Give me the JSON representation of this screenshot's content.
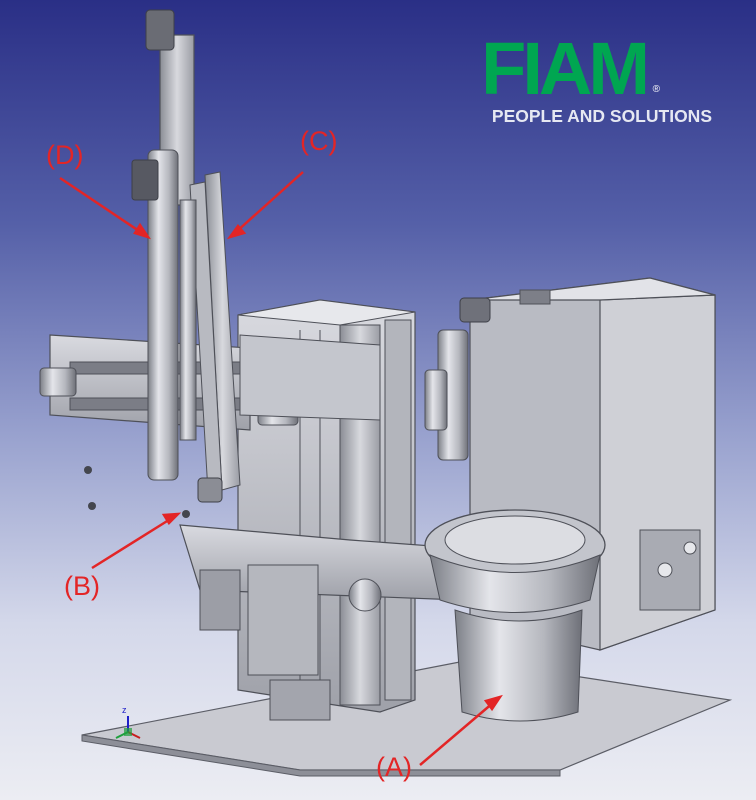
{
  "brand": {
    "name": "FIAM",
    "registered_mark": "®",
    "tagline": "PEOPLE AND SOLUTIONS",
    "color": "#00a651"
  },
  "callouts": {
    "a": "(A)",
    "b": "(B)",
    "c": "(C)",
    "d": "(D)"
  },
  "axis_triad": {
    "z_label": "z"
  },
  "colors": {
    "callout": "#e32526",
    "background_top": "#2a2f86",
    "background_bottom": "#ecedf3"
  }
}
